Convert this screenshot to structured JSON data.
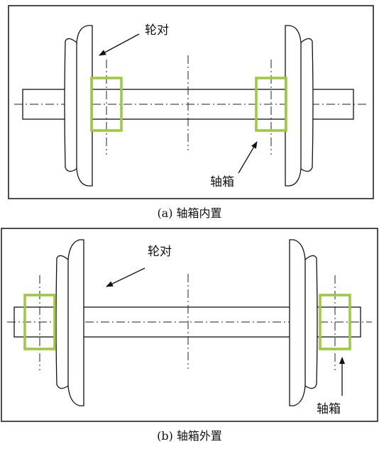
{
  "colors": {
    "axlebox_highlight": "#9bc93f",
    "line": "#111111"
  },
  "diagram_a": {
    "label_wheelset": "轮对",
    "label_axlebox": "轴箱",
    "caption": "(a) 轴箱内置"
  },
  "diagram_b": {
    "label_wheelset": "轮对",
    "label_axlebox": "轴箱",
    "caption": "(b) 轴箱外置"
  }
}
